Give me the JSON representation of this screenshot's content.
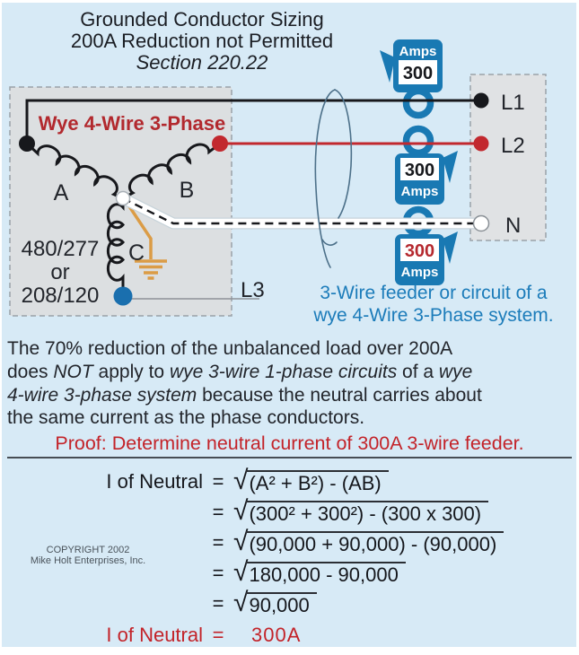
{
  "title": {
    "line1": "Grounded Conductor Sizing",
    "line2": "200A Reduction not Permitted",
    "line3": "Section 220.22"
  },
  "diagram": {
    "wye_label": "Wye 4-Wire 3-Phase",
    "coil_a": "A",
    "coil_b": "B",
    "coil_c": "C",
    "voltage_line1": "480/277",
    "voltage_line2": "or",
    "voltage_line3": "208/120",
    "terminals": {
      "l1": "L1",
      "l2": "L2",
      "l3": "L3",
      "n": "N"
    },
    "meters": [
      {
        "value": "300",
        "unit": "Amps"
      },
      {
        "value": "300",
        "unit": "Amps"
      },
      {
        "value": "300",
        "unit": "Amps"
      }
    ],
    "caption_line1": "3-Wire feeder or circuit of a",
    "caption_line2": "wye 4-Wire 3-Phase system."
  },
  "paragraph": {
    "lines": [
      [
        {
          "t": "The 70% reduction of the unbalanced load over 200A"
        }
      ],
      [
        {
          "t": "does "
        },
        {
          "t": "NOT",
          "i": true
        },
        {
          "t": " apply to "
        },
        {
          "t": "wye 3-wire 1-phase circuits",
          "i": true
        },
        {
          "t": " of a "
        },
        {
          "t": "wye",
          "i": true
        }
      ],
      [
        {
          "t": "4-wire 3-phase system",
          "i": true
        },
        {
          "t": " because the neutral carries about"
        }
      ],
      [
        {
          "t": "the same current as the phase conductors."
        }
      ]
    ]
  },
  "proof": {
    "heading": "Proof: Determine neutral current of 300A 3-wire feeder.",
    "label": "I of Neutral",
    "eq": "=",
    "steps": [
      {
        "expr": "(A² + B²) - (AB)"
      },
      {
        "expr": "(300² + 300²) - (300 x 300)"
      },
      {
        "expr": "(90,000 + 90,000) - (90,000)"
      },
      {
        "expr": "180,000 - 90,000"
      },
      {
        "expr": "90,000"
      }
    ],
    "result_label": "I of Neutral",
    "result_eq": "=",
    "result_value": "300A"
  },
  "copyright": {
    "line1": "COPYRIGHT 2002",
    "line2": "Mike Holt Enterprises, Inc."
  },
  "colors": {
    "background": "#d7eaf6",
    "source_box_fill": "#dcdfe1",
    "terminal_box_fill": "#e0e2e4",
    "wire_black": "#17181c",
    "wire_red": "#c2282e",
    "meter_blue": "#1979b3",
    "meter_value_red": "#b5292f",
    "caption_blue": "#1c7cba",
    "heading_red": "#c32329",
    "wye_label_red": "#b2292e",
    "ground_orange": "#db9c46",
    "l3_dot_blue": "#1a6fae"
  }
}
